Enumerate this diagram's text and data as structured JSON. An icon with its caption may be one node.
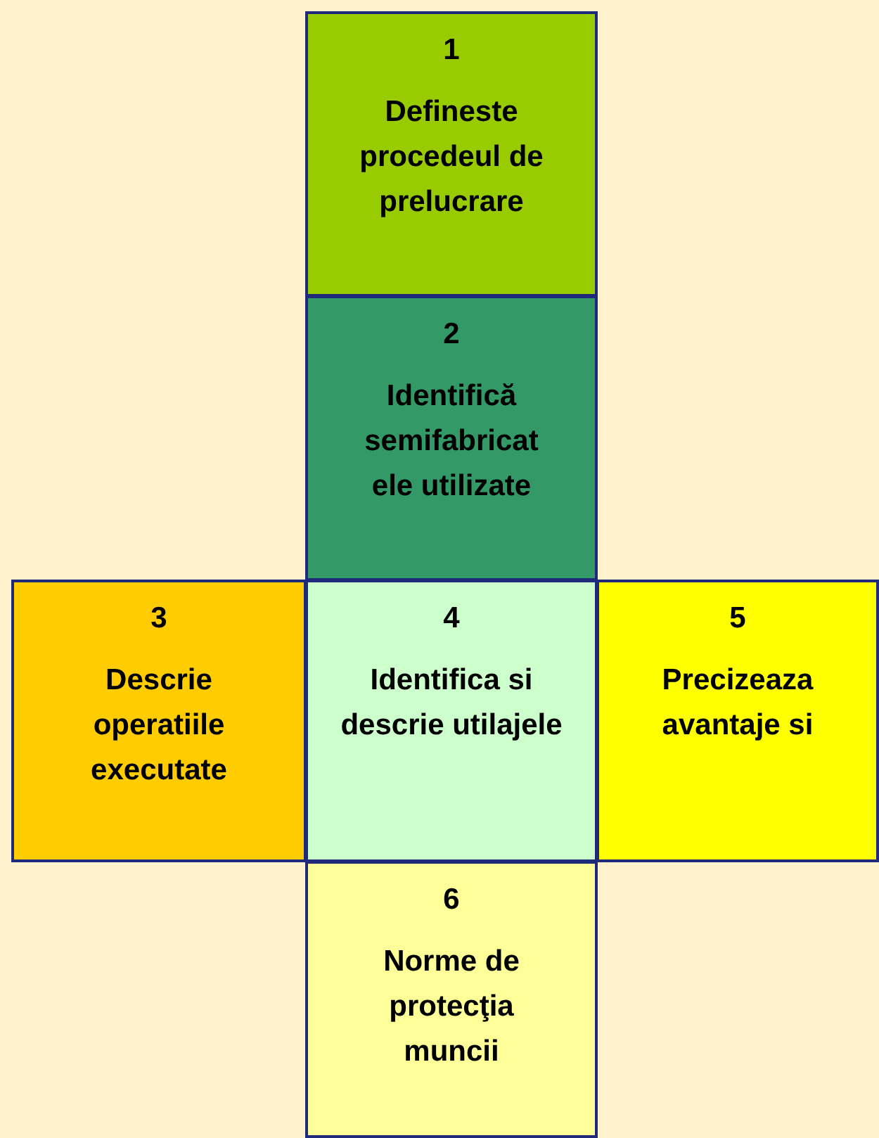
{
  "diagram": {
    "nodes": [
      {
        "text": [
          "1",
          "Defineste procedeul de prelucrare"
        ]
      },
      {
        "text": [
          "2",
          "Identifică semifabricat ele utilizate"
        ]
      },
      {
        "text": [
          "3",
          "Descrie operatiile executate"
        ]
      },
      {
        "text": [
          "4",
          "Identifica si descrie utilajele"
        ]
      },
      {
        "text": [
          "5",
          "Precizeaza avantaje si"
        ]
      },
      {
        "text": [
          "6",
          "Norme de protecţia muncii"
        ]
      }
    ]
  }
}
